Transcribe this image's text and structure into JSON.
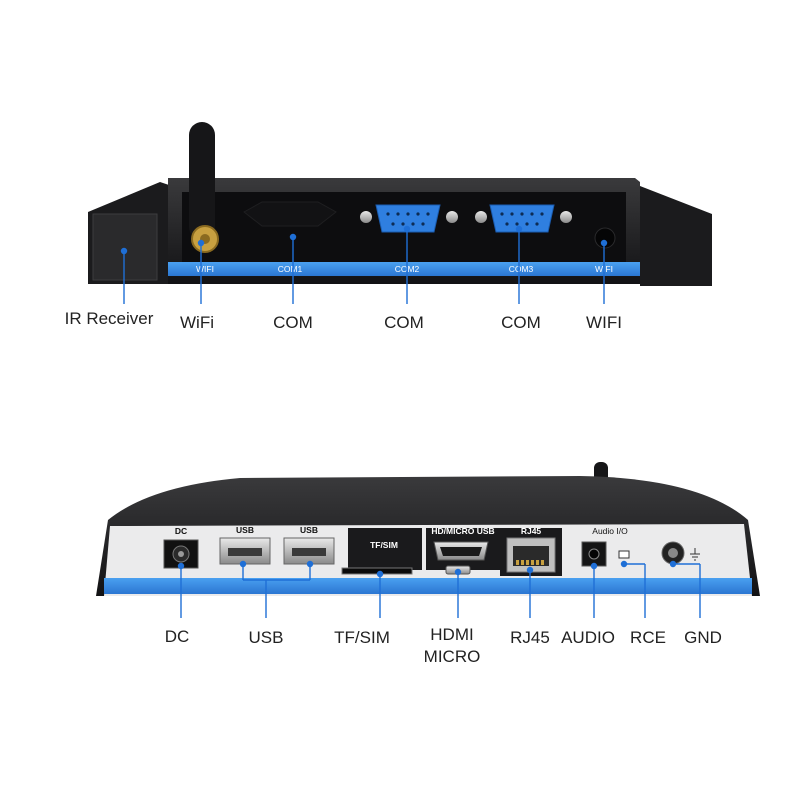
{
  "top_panel": {
    "strip_labels": [
      "WIFI",
      "COM1",
      "COM2",
      "COM3",
      "WIFI"
    ],
    "callouts": [
      "IR Receiver",
      "WiFi",
      "COM",
      "COM",
      "COM",
      "WIFI"
    ]
  },
  "bottom_panel": {
    "port_labels": [
      "DC",
      "USB",
      "USB",
      "TF/SIM",
      "HD/MICRO USB",
      "RJ45",
      "Audio I/O"
    ],
    "callouts": [
      "DC",
      "USB",
      "TF/SIM",
      "HDMI",
      "MICRO",
      "RJ45",
      "AUDIO",
      "RCE",
      "GND"
    ]
  },
  "colors": {
    "accent_blue": "#2f7fe0",
    "strip_blue": "#3a8ee6",
    "chassis": "#1c1c1e",
    "leader": "#1f6fd6"
  },
  "icons": [
    "antenna-icon",
    "db9-connector-icon",
    "ground-symbol-icon"
  ]
}
